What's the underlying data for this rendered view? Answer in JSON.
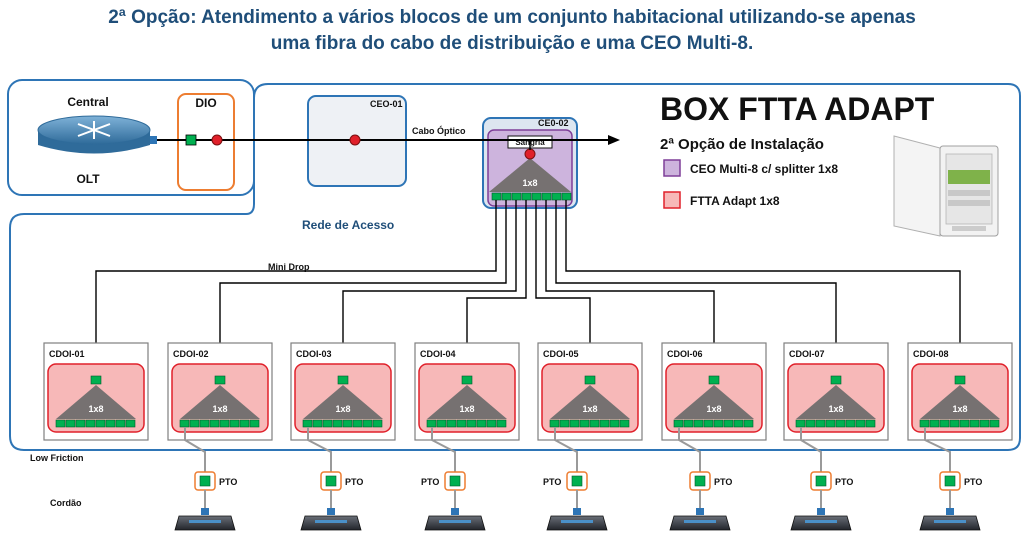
{
  "title": {
    "line1": "2ª Opção: Atendimento a vários blocos de um conjunto habitacional utilizando-se apenas",
    "line2": "uma fibra do cabo de distribuição e uma CEO Multi-8."
  },
  "central": {
    "label": "Central",
    "device": "OLT",
    "dio": "DIO"
  },
  "ceo01": "CEO-01",
  "cable": "Cabo Óptico",
  "ceo02": {
    "label": "CE0-02",
    "sangria": "Sangria",
    "splitter": "1x8"
  },
  "network_label": "Rede de Acesso",
  "mini_drop": "Mini Drop",
  "box": {
    "title": "BOX FTTA ADAPT",
    "subtitle": "2ª Opção de Instalação",
    "legend": [
      {
        "label": "CEO Multi-8 c/ splitter 1x8",
        "color": "#cdb4dd",
        "border": "#7e3f98"
      },
      {
        "label": "FTTA Adapt 1x8",
        "color": "#f7b8b8",
        "border": "#e0202a"
      }
    ]
  },
  "cdois": [
    {
      "label": "CDOI-01",
      "splitter": "1x8"
    },
    {
      "label": "CDOI-02",
      "splitter": "1x8"
    },
    {
      "label": "CDOI-03",
      "splitter": "1x8"
    },
    {
      "label": "CDOI-04",
      "splitter": "1x8"
    },
    {
      "label": "CDOI-05",
      "splitter": "1x8"
    },
    {
      "label": "CDOI-06",
      "splitter": "1x8"
    },
    {
      "label": "CDOI-07",
      "splitter": "1x8"
    },
    {
      "label": "CDOI-08",
      "splitter": "1x8"
    }
  ],
  "pto_label": "PTO",
  "low_friction": "Low Friction",
  "cordao": "Cordão",
  "colors": {
    "title": "#1f4e79",
    "frame": "#2e75b6",
    "green": "#00b050",
    "red": "#e0202a",
    "orange": "#ed7d31"
  }
}
